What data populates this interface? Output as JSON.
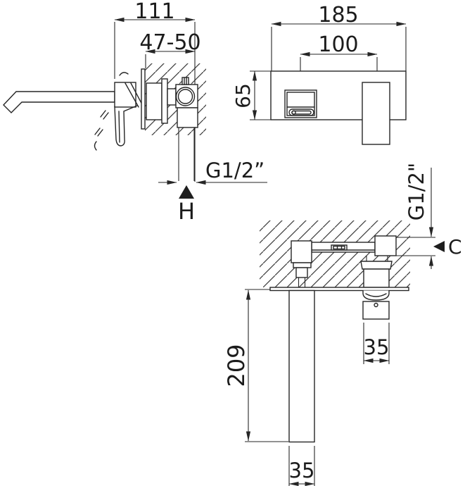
{
  "drawing": {
    "kind": "technical installation diagram",
    "product": "wall-mounted single-lever basin mixer",
    "units": "mm",
    "line_color": "#262626",
    "background": "#ffffff",
    "side_view": {
      "dim_spout_projection": "111",
      "dim_wall_depth_range": "47-50",
      "label_connection": "G1/2”",
      "label_height_datum": "H"
    },
    "front_view": {
      "dim_plate_width": "185",
      "dim_handle_spout_centers": "100",
      "dim_plate_height": "65"
    },
    "plan_view": {
      "label_connection": "G1/2\"",
      "label_depth_datum": "C",
      "dim_spout_length": "209",
      "dim_handle_width": "35",
      "dim_spout_width": "35"
    }
  }
}
